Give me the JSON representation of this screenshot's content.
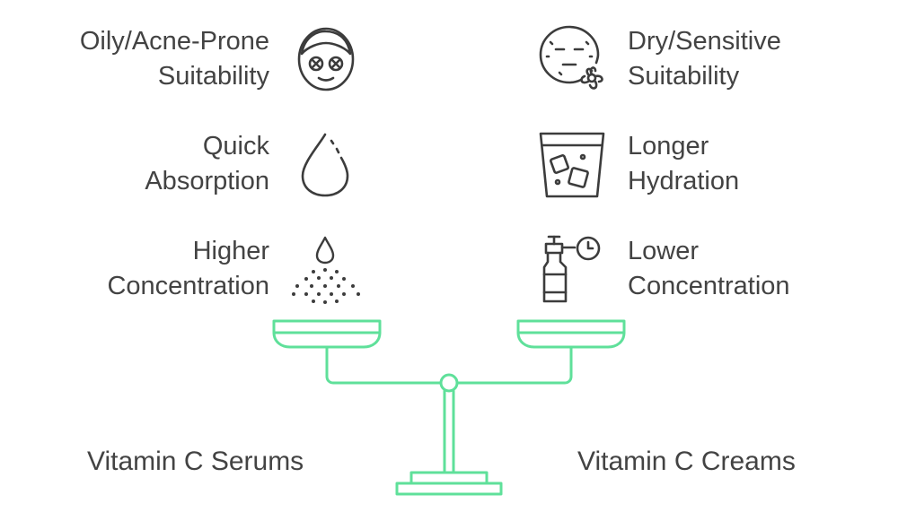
{
  "left_side": {
    "items": [
      {
        "line1": "Oily/Acne-Prone",
        "line2": "Suitability",
        "icon": "face-mask-icon"
      },
      {
        "line1": "Quick",
        "line2": "Absorption",
        "icon": "droplet-icon"
      },
      {
        "line1": "Higher",
        "line2": "Concentration",
        "icon": "serum-drop-spray-icon"
      }
    ],
    "caption": "Vitamin C Serums"
  },
  "right_side": {
    "items": [
      {
        "line1": "Dry/Sensitive",
        "line2": "Suitability",
        "icon": "sensitive-face-flower-icon"
      },
      {
        "line1": "Longer",
        "line2": "Hydration",
        "icon": "glass-with-ice-icon"
      },
      {
        "line1": "Lower",
        "line2": "Concentration",
        "icon": "spray-bottle-timer-icon"
      }
    ],
    "caption": "Vitamin C Creams"
  },
  "colors": {
    "text": "#434343",
    "icon_stroke": "#3c3c3c",
    "scale": "#5fe09a"
  }
}
